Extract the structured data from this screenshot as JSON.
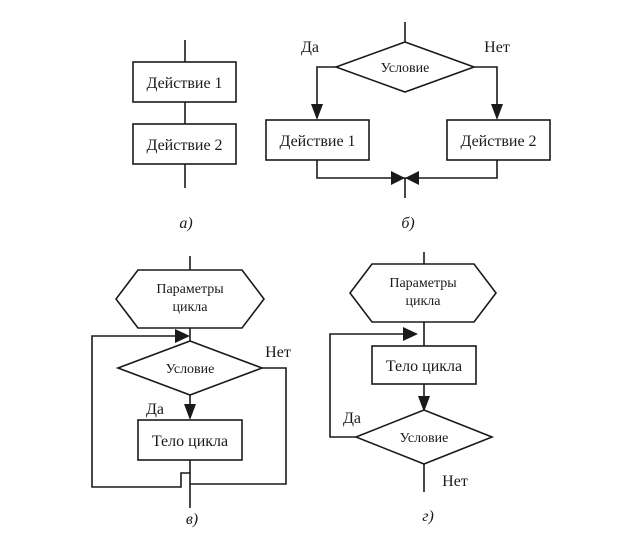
{
  "diagram_a": {
    "action1": "Действие 1",
    "action2": "Действие 2",
    "caption": "а)"
  },
  "diagram_b": {
    "condition": "Условие",
    "yes": "Да",
    "no": "Нет",
    "action1": "Действие 1",
    "action2": "Действие 2",
    "caption": "б)"
  },
  "diagram_v": {
    "params_line1": "Параметры",
    "params_line2": "цикла",
    "condition": "Условие",
    "yes": "Да",
    "no": "Нет",
    "body": "Тело цикла",
    "caption": "в)"
  },
  "diagram_g": {
    "params_line1": "Параметры",
    "params_line2": "цикла",
    "body": "Тело цикла",
    "condition": "Условие",
    "yes": "Да",
    "no": "Нет",
    "caption": "г)"
  }
}
